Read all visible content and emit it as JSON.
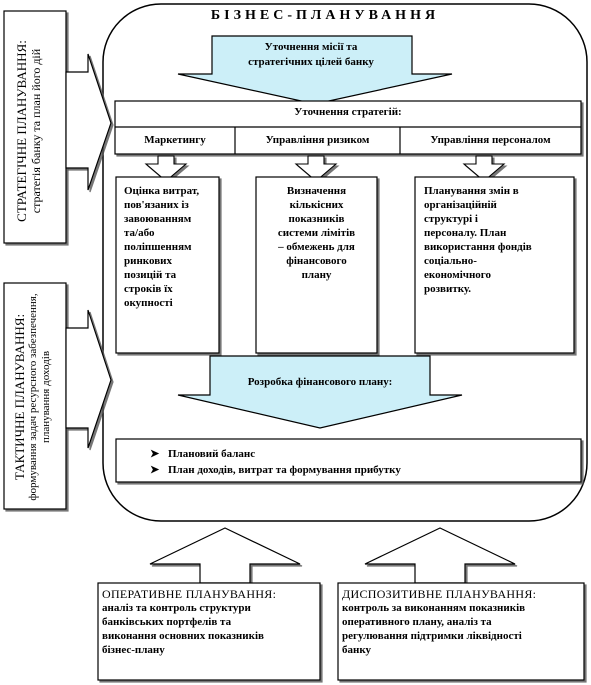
{
  "title": "БІЗНЕС-ПЛАНУВАННЯ",
  "strategic": {
    "heading": "СТРАТЕГІЧНЕ ПЛАНУВАННЯ:",
    "text": "стратегія банку та план його дій"
  },
  "tactical": {
    "heading": "ТАКТИЧНЕ ПЛАНУВАННЯ:",
    "text": "формування задач ресурсного забезпечення, планування доходів"
  },
  "mission": {
    "line1": "Уточнення місії та",
    "line2": "стратегічних цілей банку"
  },
  "strategies": {
    "heading": "Уточнення стратегій:",
    "columns": [
      {
        "label": "Маркетингу",
        "lines": [
          "Оцінка витрат,",
          "пов'язаних із",
          "завоюванням",
          "та/або",
          "поліпшенням",
          "ринкових",
          "позицій та",
          "строків їх",
          "окупності"
        ]
      },
      {
        "label": "Управління ризиком",
        "lines": [
          "Визначення",
          "кількісних",
          "показників",
          "системи лімітів",
          "– обмежень для",
          "фінансового",
          "плану"
        ]
      },
      {
        "label": "Управління персоналом",
        "lines": [
          "Планування змін в",
          "організаційній",
          "структурі і",
          "персоналу. План",
          "використання фондів",
          "соціально-",
          "економічного",
          "розвитку."
        ]
      }
    ]
  },
  "financial_plan": {
    "heading": "Розробка фінансового плану:",
    "items": [
      "Плановий баланс",
      "План доходів, витрат та формування прибутку"
    ]
  },
  "operational": {
    "heading": "ОПЕРАТИВНЕ ПЛАНУВАННЯ:",
    "lines": [
      "аналіз та контроль структури",
      "банківських портфелів та",
      "виконання основних показників",
      "бізнес-плану"
    ]
  },
  "dispositive": {
    "heading": "ДИСПОЗИТИВНЕ ПЛАНУВАННЯ:",
    "lines": [
      "контроль за виконанням показників",
      "оперативного плану, аналіз та",
      "регулювання підтримки ліквідності",
      "банку"
    ]
  },
  "colors": {
    "accent_fill": "#cceff8",
    "line": "#000000",
    "background": "#ffffff"
  }
}
